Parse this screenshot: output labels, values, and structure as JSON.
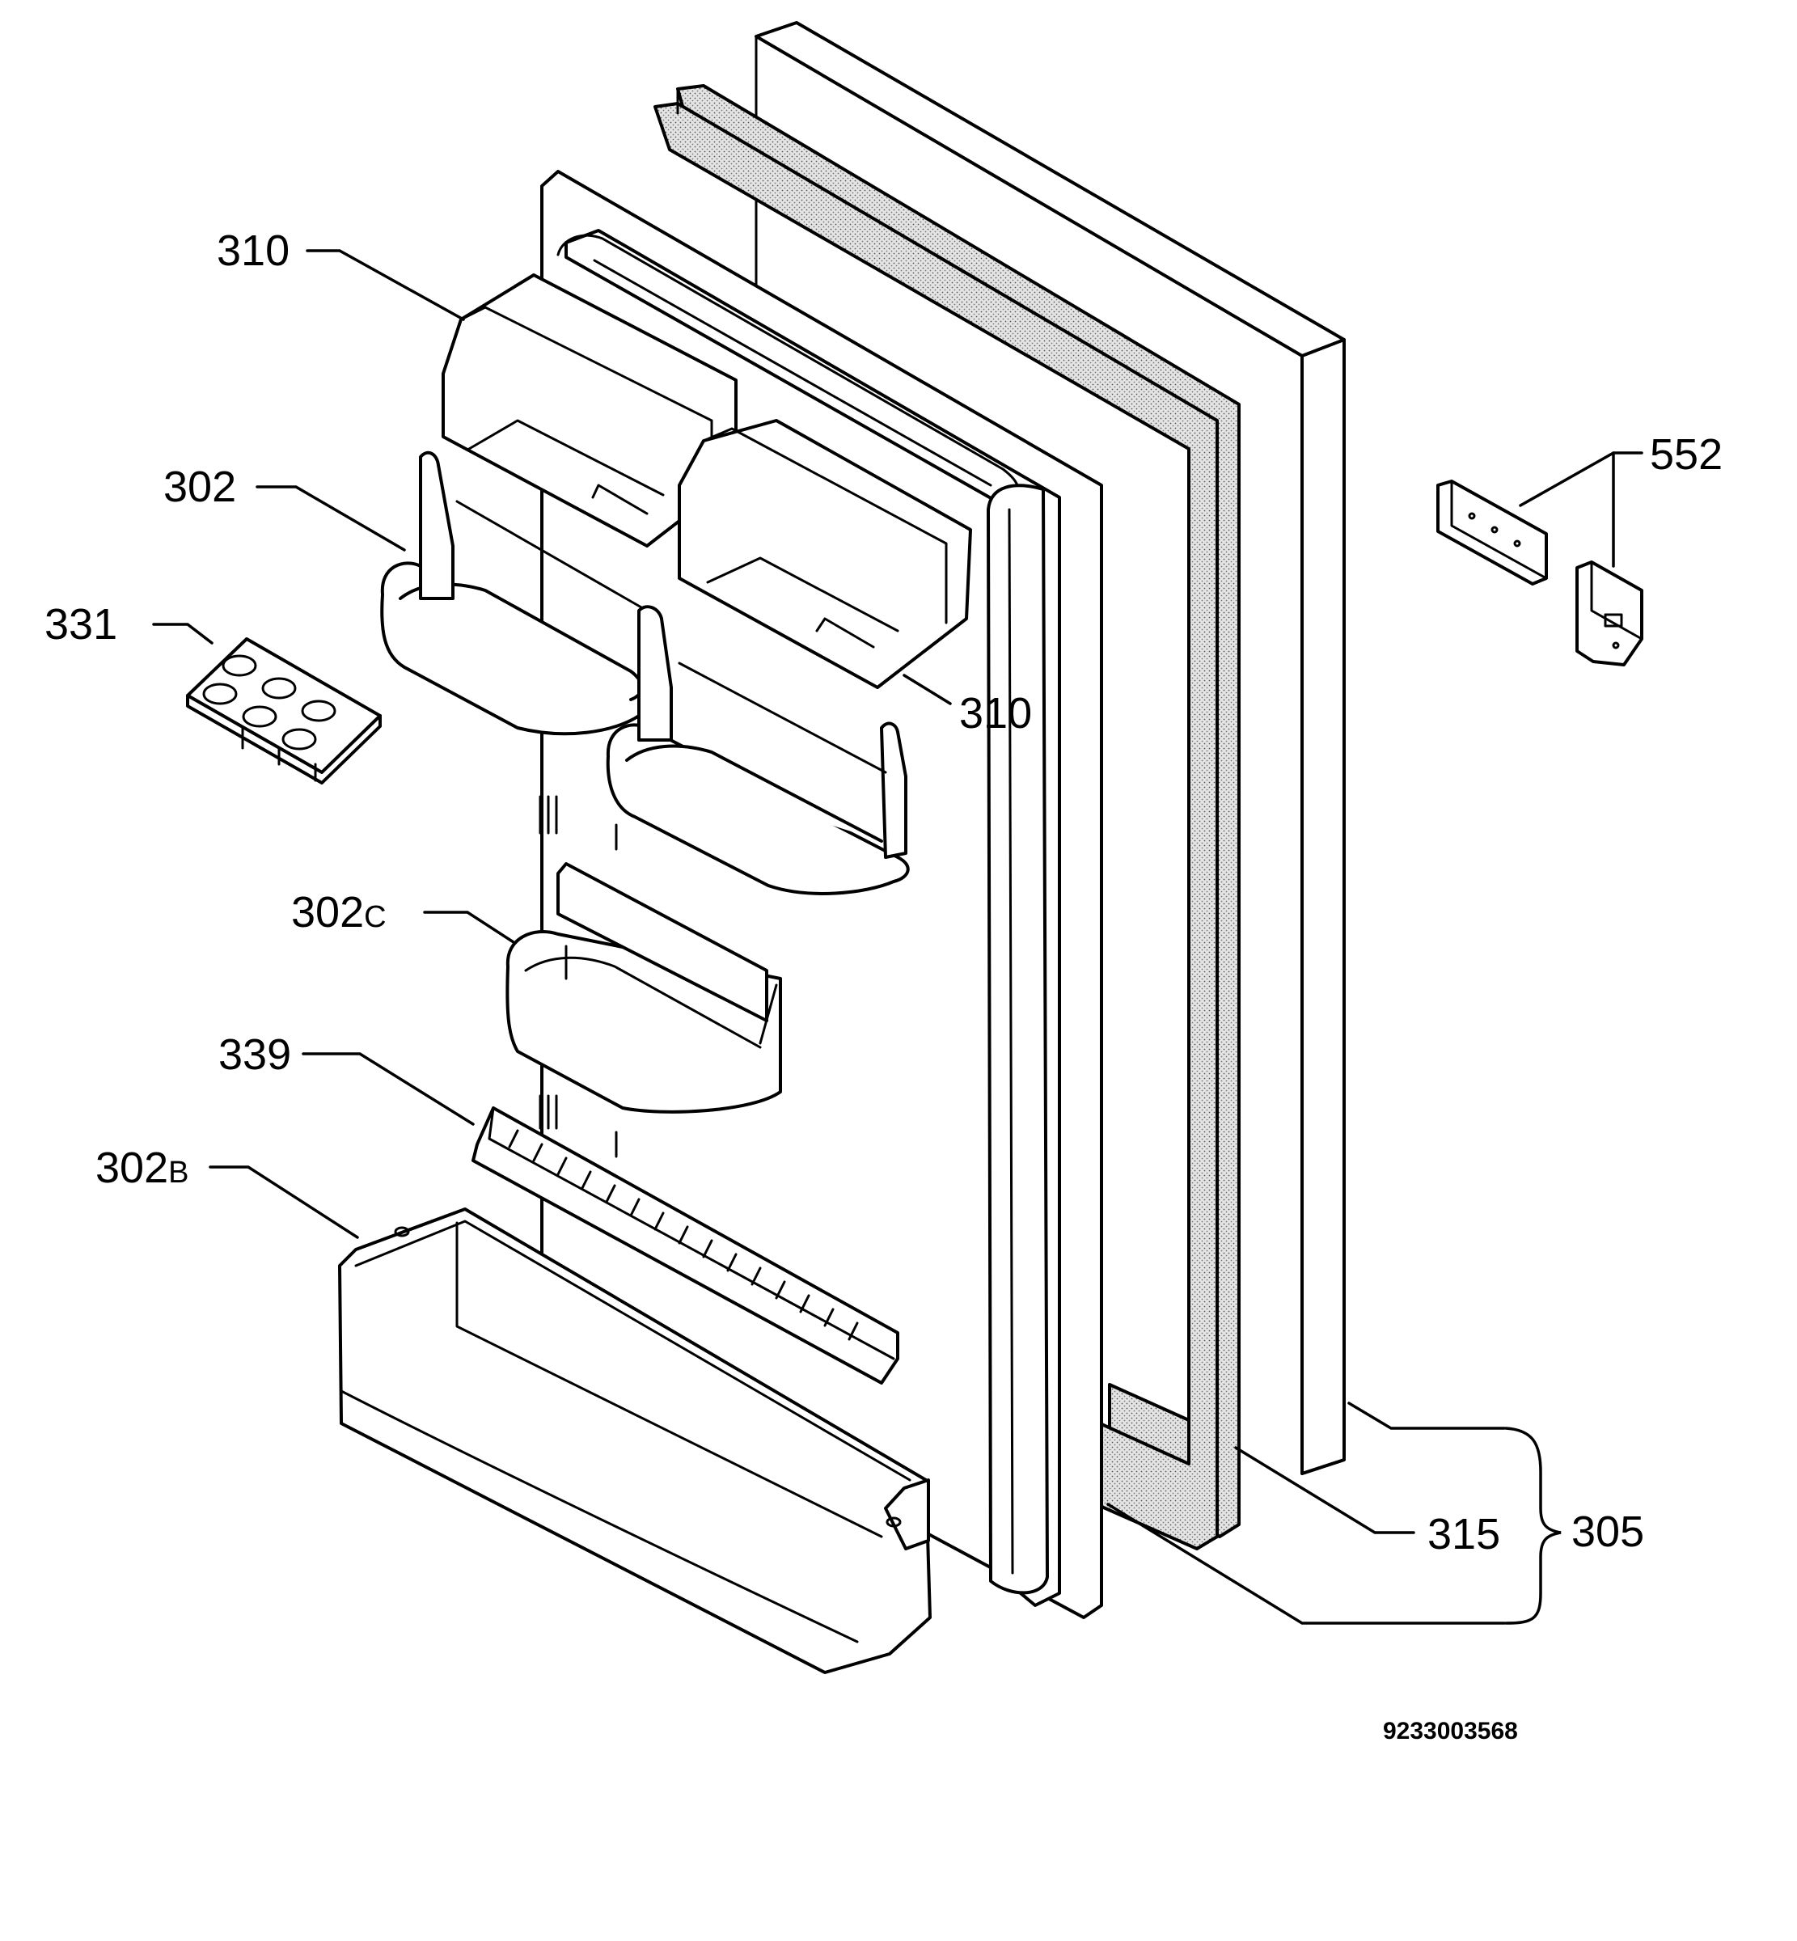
{
  "diagram": {
    "labels": {
      "p310_top": "310",
      "p302": "302",
      "p331": "331",
      "p302c_num": "302",
      "p302c_suffix": "C",
      "p339": "339",
      "p302b_num": "302",
      "p302b_suffix": "B",
      "p310_right": "310",
      "p552": "552",
      "p315": "315",
      "p305": "305"
    },
    "drawing_code": "9233003568",
    "colors": {
      "line": "#000000",
      "paper": "#ffffff",
      "gasket_fill": "#d9d9d9"
    }
  }
}
